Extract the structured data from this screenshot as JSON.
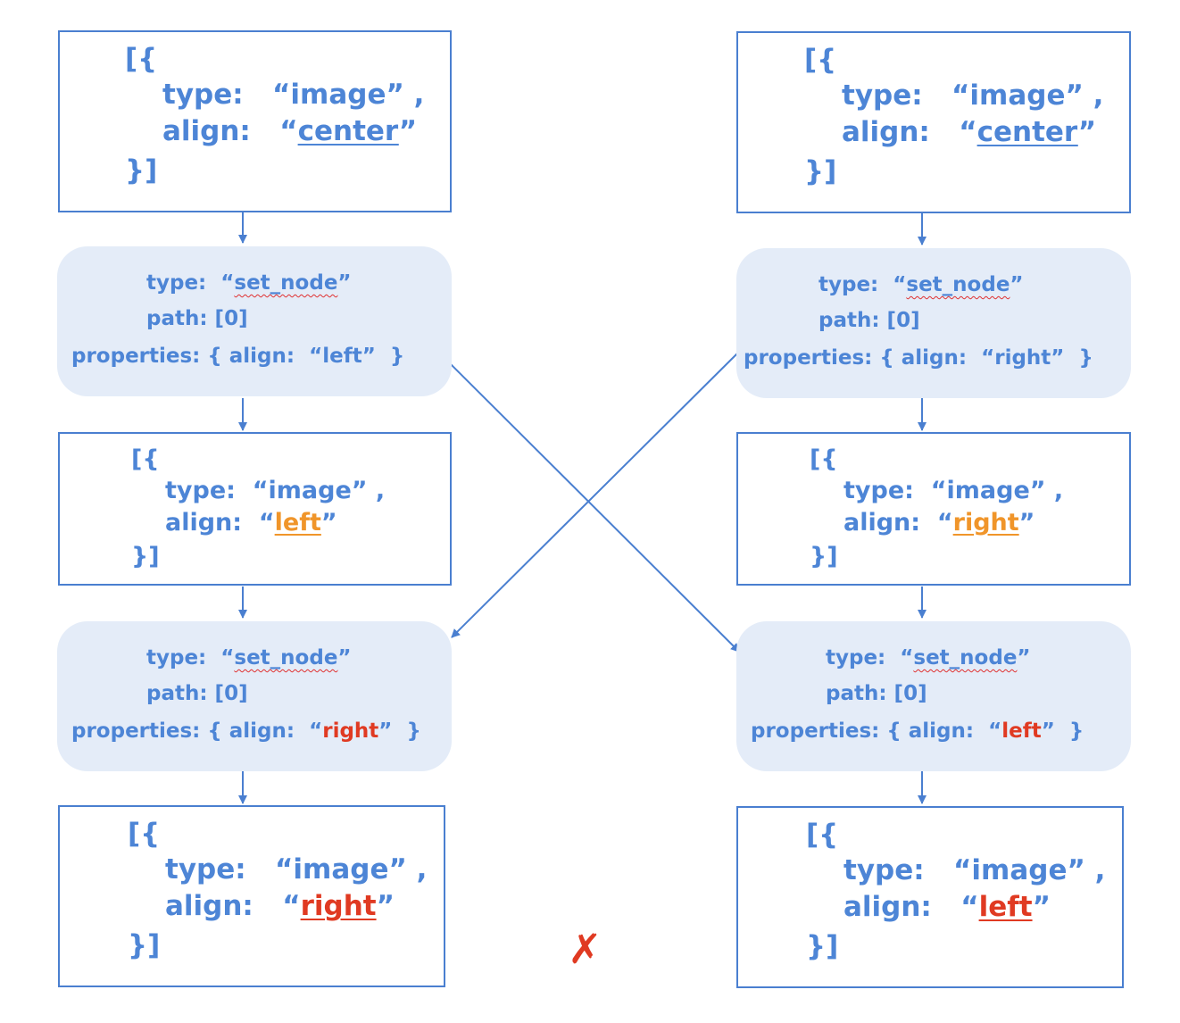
{
  "colors": {
    "primary": "#4d85d6",
    "changed": "#f0952a",
    "conflict": "#e03a22",
    "op_fill": "#e4ecf8"
  },
  "left": {
    "doc0": {
      "open": "[{",
      "type_key": "type:",
      "type_val_open": "“",
      "type_val": "image",
      "type_val_close": "”",
      "comma": ",",
      "align_key": "align:",
      "align_open": "“",
      "align_val": "center",
      "align_close": "”",
      "close": "}]"
    },
    "op1": {
      "type_key": "type:",
      "type_q1": "“",
      "type_val": "set_node",
      "type_q2": "”",
      "path": "path: [0]",
      "props_prefix": "properties: { align:",
      "props_q1": "“",
      "props_val": "left",
      "props_q2": "”",
      "props_close": "}"
    },
    "doc1": {
      "open": "[{",
      "type_key": "type:",
      "type_val_open": "“",
      "type_val": "image",
      "type_val_close": "”",
      "comma": ",",
      "align_key": "align:",
      "align_open": "“",
      "align_val": "left",
      "align_close": "”",
      "close": "}]"
    },
    "op2": {
      "type_key": "type:",
      "type_q1": "“",
      "type_val": "set_node",
      "type_q2": "”",
      "path": "path: [0]",
      "props_prefix": "properties: { align:",
      "props_q1": "“",
      "props_val": "right",
      "props_q2": "”",
      "props_close": "}"
    },
    "doc2": {
      "open": "[{",
      "type_key": "type:",
      "type_val_open": "“",
      "type_val": "image",
      "type_val_close": "”",
      "comma": ",",
      "align_key": "align:",
      "align_open": "“",
      "align_val": "right",
      "align_close": "”",
      "close": "}]"
    }
  },
  "right": {
    "doc0": {
      "open": "[{",
      "type_key": "type:",
      "type_val_open": "“",
      "type_val": "image",
      "type_val_close": "”",
      "comma": ",",
      "align_key": "align:",
      "align_open": "“",
      "align_val": "center",
      "align_close": "”",
      "close": "}]"
    },
    "op1": {
      "type_key": "type:",
      "type_q1": "“",
      "type_val": "set_node",
      "type_q2": "”",
      "path": "path: [0]",
      "props_prefix": "properties: { align:",
      "props_q1": "“",
      "props_val": "right",
      "props_q2": "”",
      "props_close": "}"
    },
    "doc1": {
      "open": "[{",
      "type_key": "type:",
      "type_val_open": "“",
      "type_val": "image",
      "type_val_close": "”",
      "comma": ",",
      "align_key": "align:",
      "align_open": "“",
      "align_val": "right",
      "align_close": "”",
      "close": "}]"
    },
    "op2": {
      "type_key": "type:",
      "type_q1": "“",
      "type_val": "set_node",
      "type_q2": "”",
      "path": "path: [0]",
      "props_prefix": "properties: { align:",
      "props_q1": "“",
      "props_val": "left",
      "props_q2": "”",
      "props_close": "}"
    },
    "doc2": {
      "open": "[{",
      "type_key": "type:",
      "type_val_open": "“",
      "type_val": "image",
      "type_val_close": "”",
      "comma": ",",
      "align_key": "align:",
      "align_open": "“",
      "align_val": "left",
      "align_close": "”",
      "close": "}]"
    }
  },
  "mismatch_mark": "✗"
}
